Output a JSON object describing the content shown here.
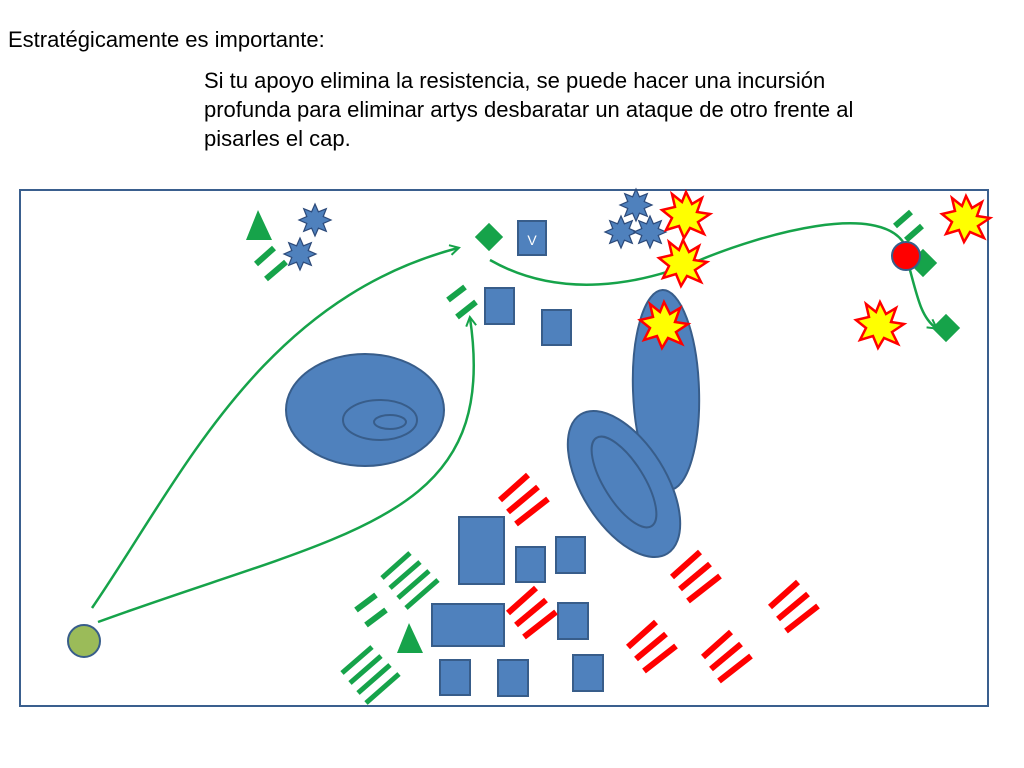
{
  "heading": "Estratégicamente es importante:",
  "paragraph": "Si tu apoyo elimina la resistencia, se puede hacer una incursión profunda para eliminar artys  desbaratar un ataque de otro frente al pisarles el cap.",
  "map": {
    "vehicle_label": "V",
    "colors": {
      "frame": "#3a5f8e",
      "blue_shape": "#4f81bd",
      "blue_stroke": "#385d8a",
      "green": "#16a34a",
      "red": "#ff0000",
      "player": "#9bbb59",
      "explosion_fill": "#ffff00",
      "explosion_stroke": "#ff0000",
      "star_fill": "#4f81bd",
      "star_stroke": "#2c4a7a"
    }
  }
}
